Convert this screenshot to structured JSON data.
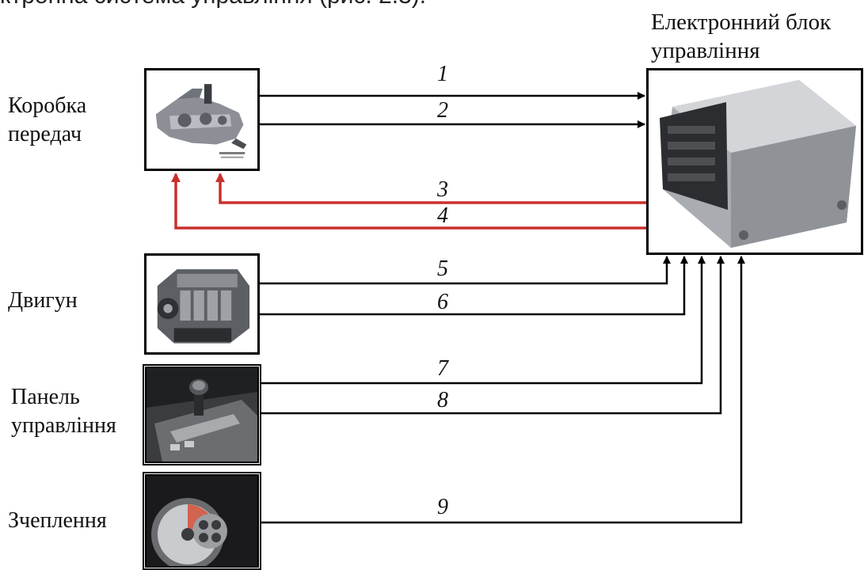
{
  "caption_fragment": "ктронна система управління (рис. 2.3).",
  "components": {
    "gearbox": "Коробка\nпередач",
    "engine": "Двигун",
    "panel": "Панель\nуправління",
    "clutch": "Зчеплення"
  },
  "ecu": {
    "title": "Електронний блок\nуправління"
  },
  "signals": [
    "1",
    "2",
    "3",
    "4",
    "5",
    "6",
    "7",
    "8",
    "9"
  ],
  "colors": {
    "signal_in": "#000000",
    "control_out": "#c8302c"
  },
  "icons": {
    "gearbox": "gearbox-photo",
    "engine": "engine-photo",
    "panel": "gear-shifter-photo",
    "clutch": "clutch-photo",
    "ecu": "ecu-module-photo"
  }
}
